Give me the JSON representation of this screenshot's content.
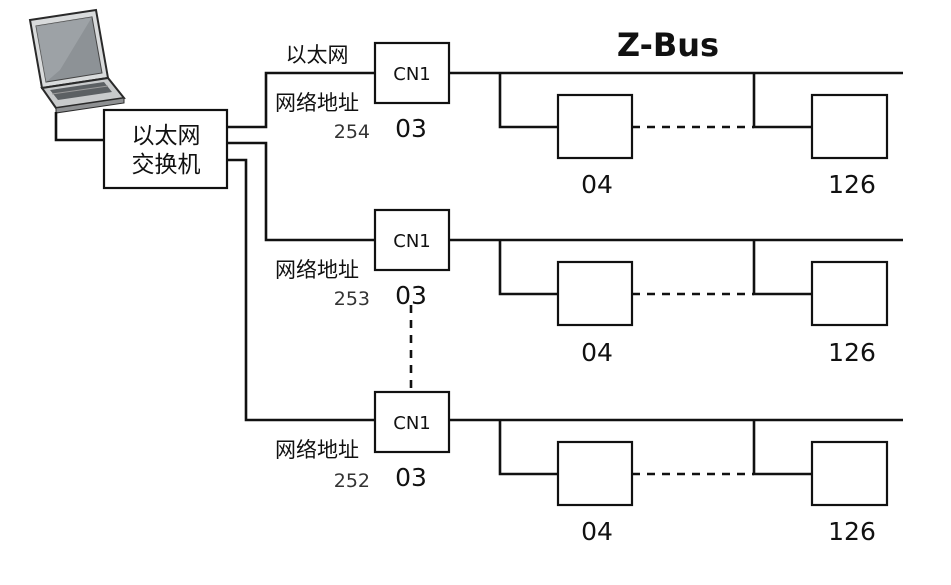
{
  "bus_label": "Z-Bus",
  "ethernet_label": "以太网",
  "switch": {
    "line1": "以太网",
    "line2": "交换机"
  },
  "controllers": [
    {
      "label": "CN1",
      "address_label": "网络地址",
      "address": "254",
      "node_number": "03",
      "first_device": "04",
      "last_device": "126"
    },
    {
      "label": "CN1",
      "address_label": "网络地址",
      "address": "253",
      "node_number": "03",
      "first_device": "04",
      "last_device": "126"
    },
    {
      "label": "CN1",
      "address_label": "网络地址",
      "address": "252",
      "node_number": "03",
      "first_device": "04",
      "last_device": "126"
    }
  ]
}
